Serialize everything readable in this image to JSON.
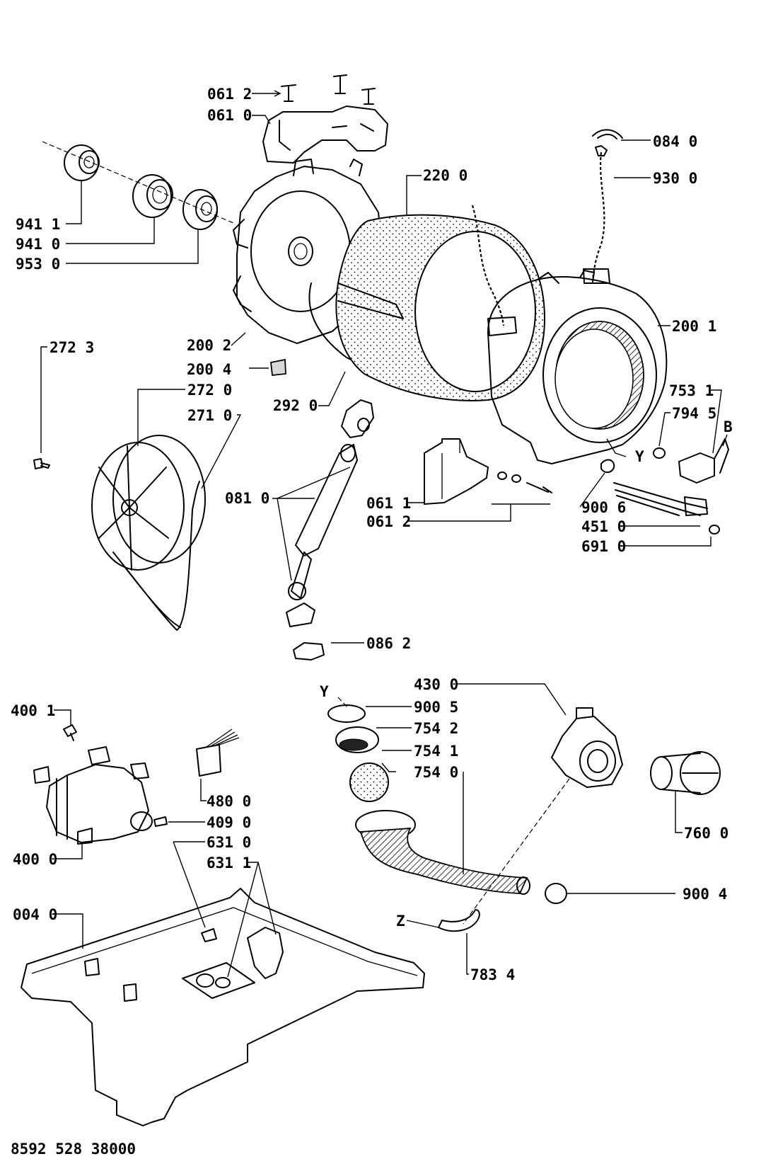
{
  "diagram": {
    "footer_code": "8592 528 38000",
    "labels": {
      "l0612_top": "061 2",
      "l0610": "061 0",
      "l0840": "084 0",
      "l9300": "930 0",
      "l2200": "220 0",
      "l9411": "941 1",
      "l9410": "941 0",
      "l9530": "953 0",
      "l2001": "200 1",
      "l2723": "272 3",
      "l2002": "200 2",
      "l2004": "200 4",
      "l2720": "272 0",
      "l2920": "292 0",
      "l2710": "271 0",
      "l7531": "753 1",
      "l7945": "794 5",
      "lB": "B",
      "lY1": "Y",
      "l0810": "081 0",
      "l0611": "061 1",
      "l0612_mid": "061 2",
      "l9006": "900 6",
      "l4510": "451 0",
      "l6910": "691 0",
      "l0862": "086 2",
      "l4300": "430 0",
      "lY2": "Y",
      "l9005": "900 5",
      "l4001": "400 1",
      "l7542": "754 2",
      "l7541": "754 1",
      "l7540": "754 0",
      "l4800": "480 0",
      "l4090": "409 0",
      "l7600": "760 0",
      "l4000": "400 0",
      "l6310": "631 0",
      "l6311": "631 1",
      "l9004": "900 4",
      "l0040": "004 0",
      "lZ": "Z",
      "l7834": "783 4"
    }
  }
}
